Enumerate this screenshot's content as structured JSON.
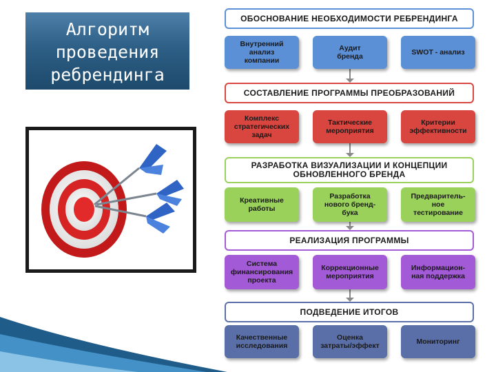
{
  "title": {
    "line1": "Алгоритм",
    "line2": "проведения",
    "line3": "ребрендинга"
  },
  "stages": [
    {
      "header": "ОБОСНОВАНИЕ НЕОБХОДИМОСТИ РЕБРЕНДИНГА",
      "color": "#5b8fd6",
      "boxes": [
        "Внутренний\nанализ\nкомпании",
        "Аудит\nбренда",
        "SWOT - анализ"
      ]
    },
    {
      "header": "СОСТАВЛЕНИЕ ПРОГРАММЫ ПРЕОБРАЗОВАНИЙ",
      "color": "#d9453f",
      "boxes": [
        "Комплекс\nстратегических\nзадач",
        "Тактические\nмероприятия",
        "Критерии\nэффективности"
      ]
    },
    {
      "header": "РАЗРАБОТКА ВИЗУАЛИЗАЦИИ И КОНЦЕПЦИИ\nОБНОВЛЕННОГО БРЕНДА",
      "color": "#9ad15a",
      "boxes": [
        "Креативные\nработы",
        "Разработка\nнового бренд-\nбука",
        "Предваритель-\nное\nтестирование"
      ]
    },
    {
      "header": "РЕАЛИЗАЦИЯ ПРОГРАММЫ",
      "color": "#a35ad6",
      "boxes": [
        "Система\nфинансирования\nпроекта",
        "Коррекционные\nмероприятия",
        "Информацион-\nная поддержка"
      ]
    },
    {
      "header": "ПОДВЕДЕНИЕ ИТОГОВ",
      "color": "#5a6fa8",
      "boxes": [
        "Качественные\nисследования",
        "Оценка\nзатраты/эффект",
        "Мониторинг"
      ]
    }
  ]
}
